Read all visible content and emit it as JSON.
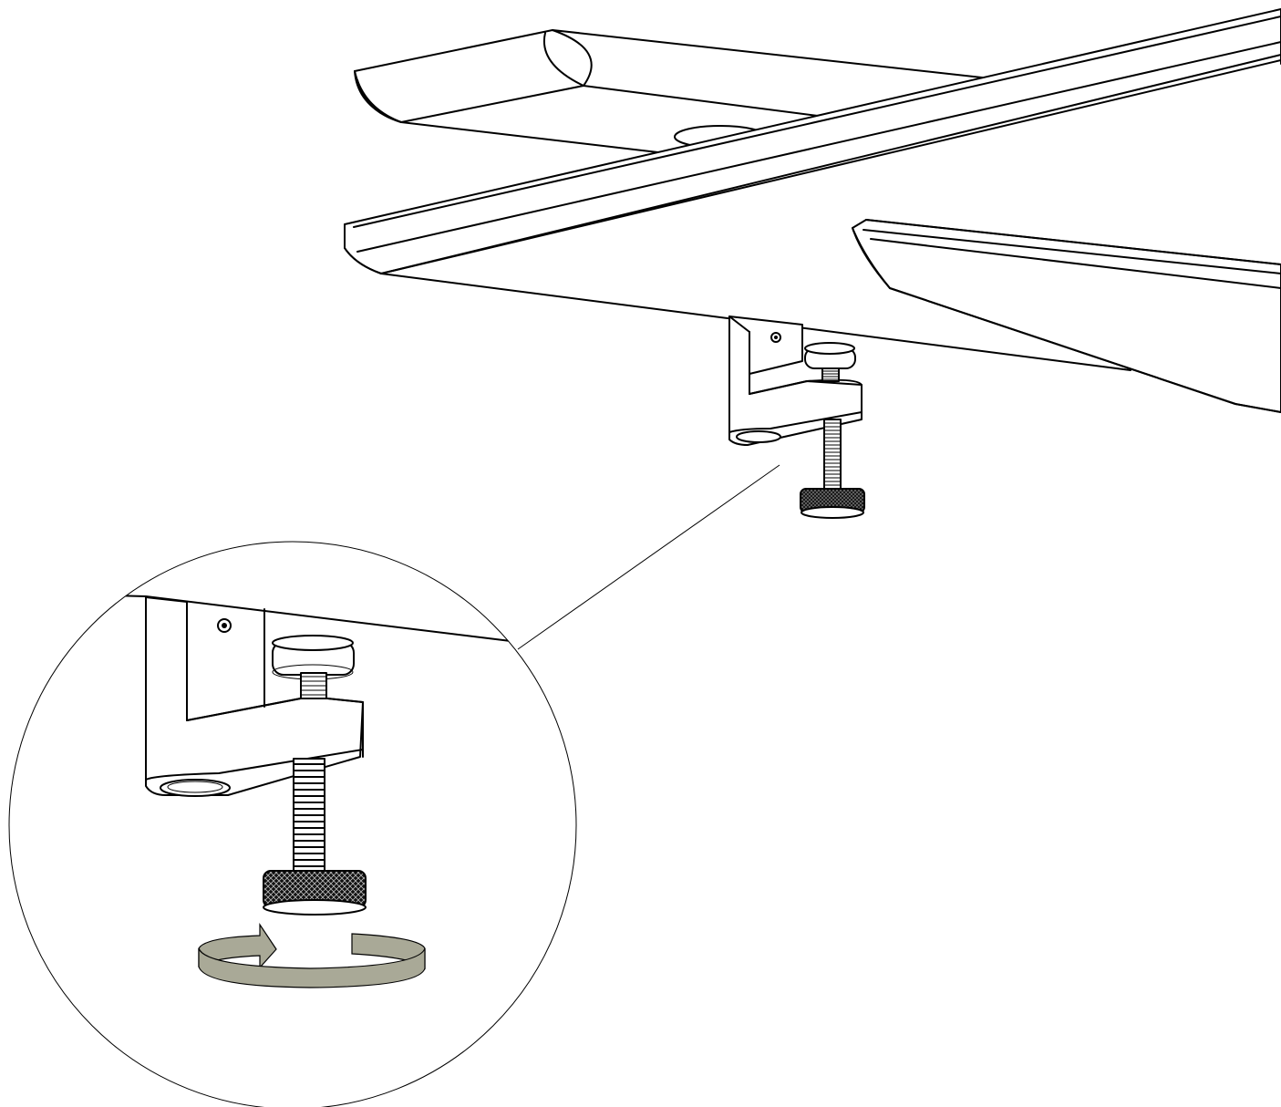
{
  "figure": {
    "type": "assembly-instruction-illustration",
    "parts": [
      "table-top",
      "mounting-bracket",
      "leveling-screw",
      "knurled-knob"
    ],
    "detail_view": "magnified-leveling-foot",
    "action": "rotate-knob",
    "colors": {
      "line": "#000000",
      "background": "#ffffff",
      "arrow_fill": "#a9a997",
      "knob_fill": "#111111"
    }
  }
}
